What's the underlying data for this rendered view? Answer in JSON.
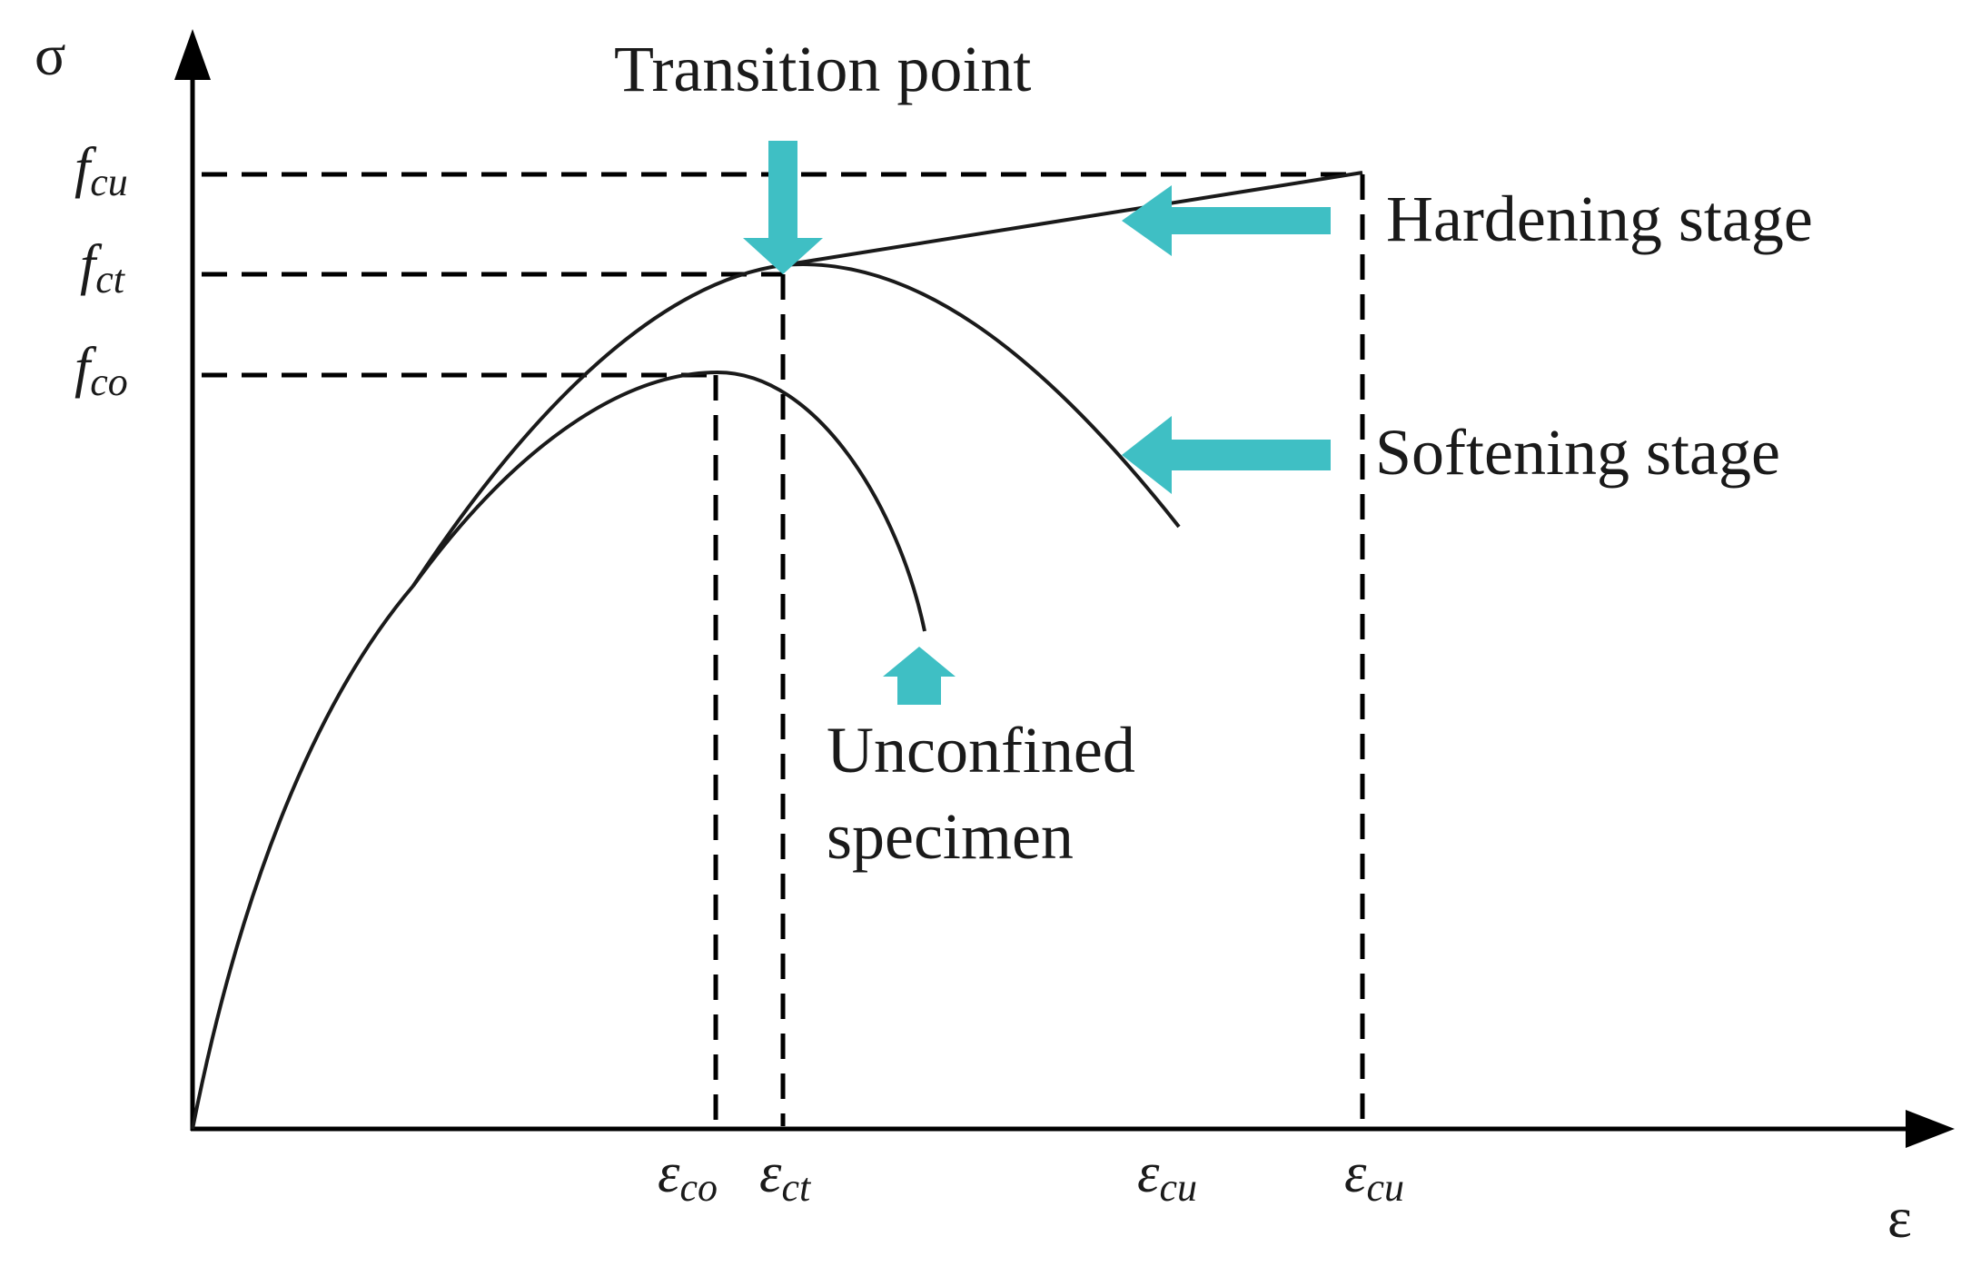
{
  "axes": {
    "y_label": "σ",
    "x_label": "ε"
  },
  "y_ticks": [
    {
      "main": "f",
      "sub": "cu"
    },
    {
      "main": "f",
      "sub": "ct"
    },
    {
      "main": "f",
      "sub": "co"
    }
  ],
  "x_ticks": [
    {
      "main": "ε",
      "sub": "co"
    },
    {
      "main": "ε",
      "sub": "ct"
    },
    {
      "main": "ε",
      "sub": "cu"
    },
    {
      "main": "ε",
      "sub": "cu"
    }
  ],
  "annotations": {
    "transition_point": "Transition point",
    "hardening_stage": "Hardening stage",
    "softening_stage": "Softening stage",
    "unconfined_line1": "Unconfined",
    "unconfined_line2": "specimen"
  },
  "colors": {
    "arrow": "#3fbfc4",
    "curve": "#1a1a1a",
    "axis": "#000000"
  }
}
